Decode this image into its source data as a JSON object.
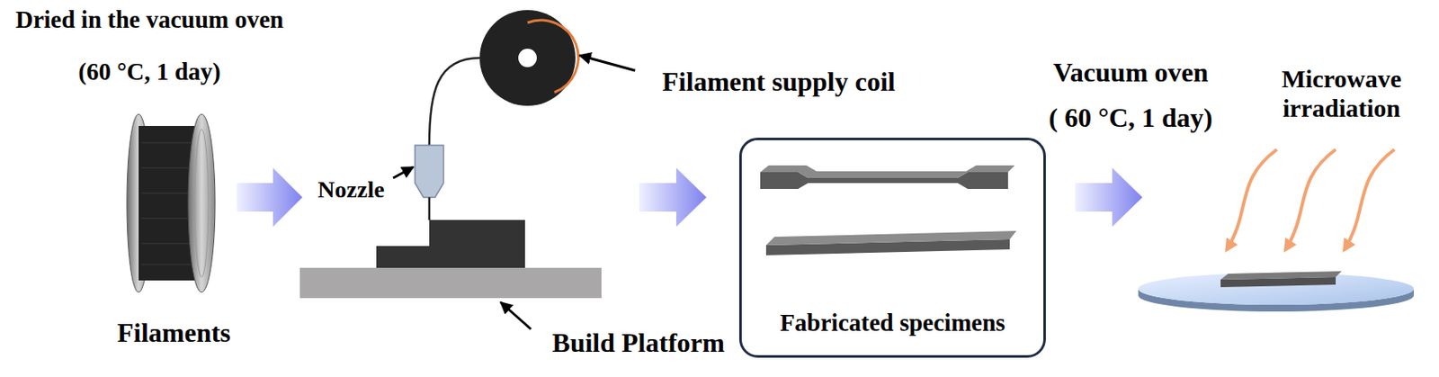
{
  "diagram": {
    "nodes": [
      {
        "text": [
          "Fabricated specimens"
        ]
      }
    ],
    "edges": [],
    "labels": [
      "Dried in the vacuum oven",
      "(60 °C, 1 day)",
      "Filaments",
      "Nozzle",
      "Filament supply coil",
      "Build Platform",
      "Vacuum oven",
      "( 60 °C, 1 day)",
      "Microwave irradiation"
    ]
  }
}
